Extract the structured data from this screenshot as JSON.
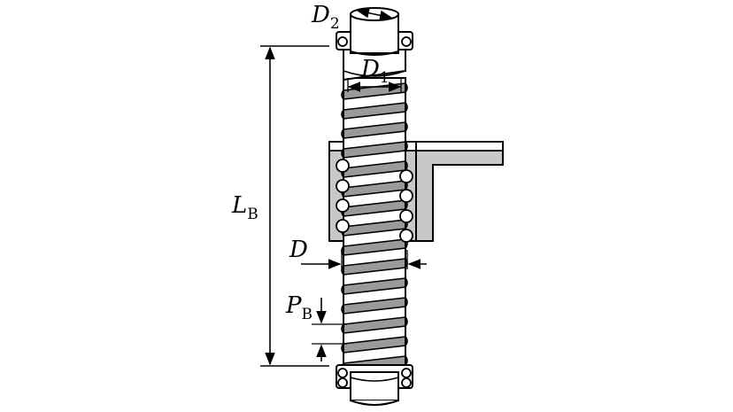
{
  "diagram": {
    "labels": {
      "d2": {
        "main": "D",
        "sub": "2"
      },
      "d1": {
        "main": "D",
        "sub": "1"
      },
      "lb": {
        "main": "L",
        "sub": "B"
      },
      "d": {
        "main": "D",
        "sub": ""
      },
      "pb": {
        "main": "P",
        "sub": "B"
      }
    },
    "colors": {
      "stroke": "#000000",
      "thread_fill": "#9a9a9a",
      "nut_fill": "#c8c8c8",
      "background": "#ffffff"
    }
  }
}
